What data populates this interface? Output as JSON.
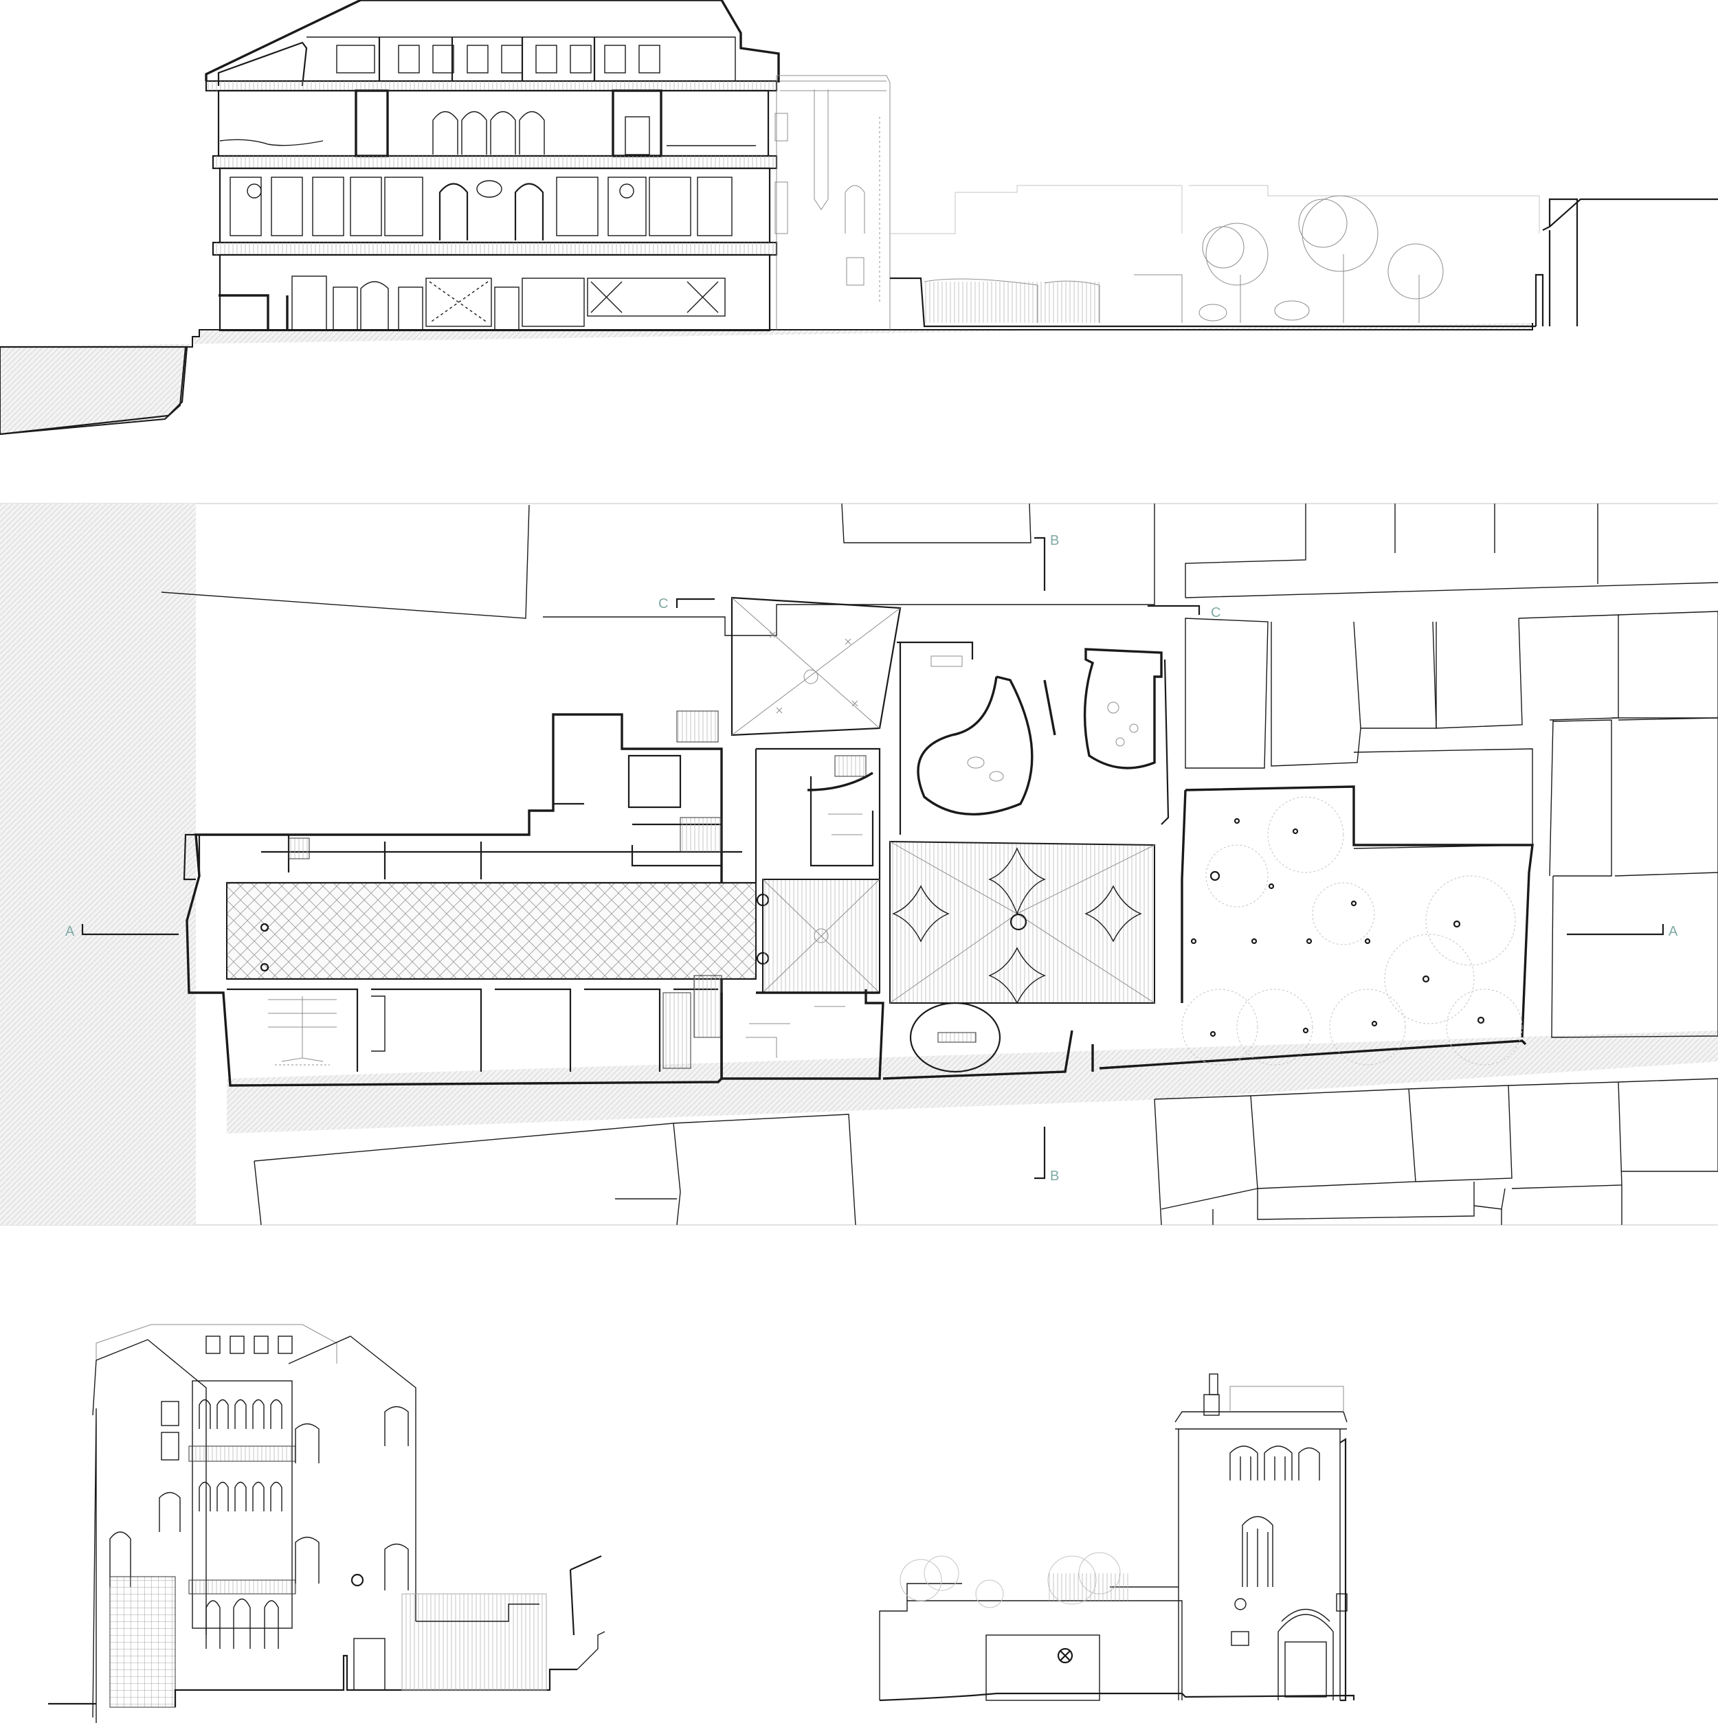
{
  "colors": {
    "line": "#1a1a1a",
    "thin_line": "#8d8d8d",
    "light_line": "#c4c4c4",
    "section_label": "#7fa9a4",
    "hatch": "#d9d9d9"
  },
  "section_markers": {
    "a_left": "A",
    "a_right": "A",
    "b_top": "B",
    "b_bottom": "B",
    "c_left": "C",
    "c_right": "C"
  }
}
